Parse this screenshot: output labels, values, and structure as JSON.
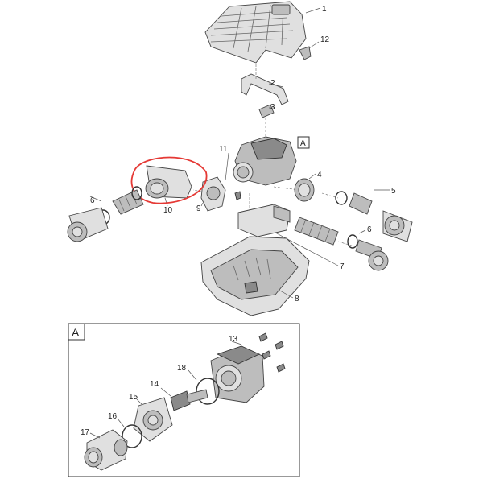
{
  "callouts": {
    "c1": "1",
    "c2": "2",
    "c3": "3",
    "c4": "4",
    "c5": "5",
    "c6a": "6",
    "c6b": "6",
    "c7": "7",
    "c8": "8",
    "c9": "9",
    "c10": "10",
    "c11": "11",
    "c12": "12",
    "c13": "13",
    "c14": "14",
    "c15": "15",
    "c16": "16",
    "c17": "17",
    "c18": "18"
  },
  "detail_marker": "A",
  "detail_panel_label": "A",
  "colors": {
    "highlight": "#e53935",
    "line": "#444444",
    "fill": "#bdbdbd"
  }
}
